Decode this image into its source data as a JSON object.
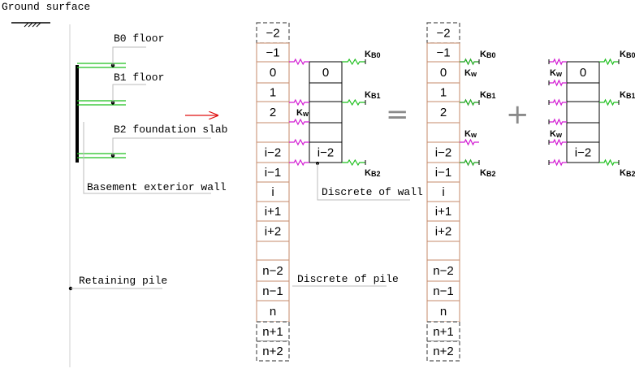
{
  "labels": {
    "ground_surface": "Ground surface",
    "b0_floor": "B0 floor",
    "b1_floor": "B1 floor",
    "b2_slab": "B2 foundation slab",
    "basement_wall": "Basement exterior wall",
    "retaining_pile": "Retaining pile",
    "discrete_wall": "Discrete of wall",
    "discrete_pile": "Discrete of pile"
  },
  "pile_cells": [
    "−2",
    "−1",
    "0",
    "1",
    "2",
    "",
    "i−2",
    "i−1",
    "i",
    "i+1",
    "i+2",
    "",
    "n−2",
    "n−1",
    "n",
    "n+1",
    "n+2"
  ],
  "wall_cells": [
    "0",
    "",
    "",
    "",
    "i−2"
  ],
  "springs": {
    "kb0": "K",
    "kb0_sub": "B0",
    "kb1": "K",
    "kb1_sub": "B1",
    "kb2": "K",
    "kb2_sub": "B2",
    "kw": "K",
    "kw_sub": "w"
  },
  "operators": {
    "equals": "=",
    "plus": "+"
  },
  "colors": {
    "pile_fill": "#ffffff",
    "pile_border": "#c48a6a",
    "dashed_border": "#555555",
    "floor_green": "#1fbf1f",
    "spring_magenta": "#d21ad2",
    "arrow_red": "#e01010",
    "guide_gray": "#bdbdbd"
  }
}
